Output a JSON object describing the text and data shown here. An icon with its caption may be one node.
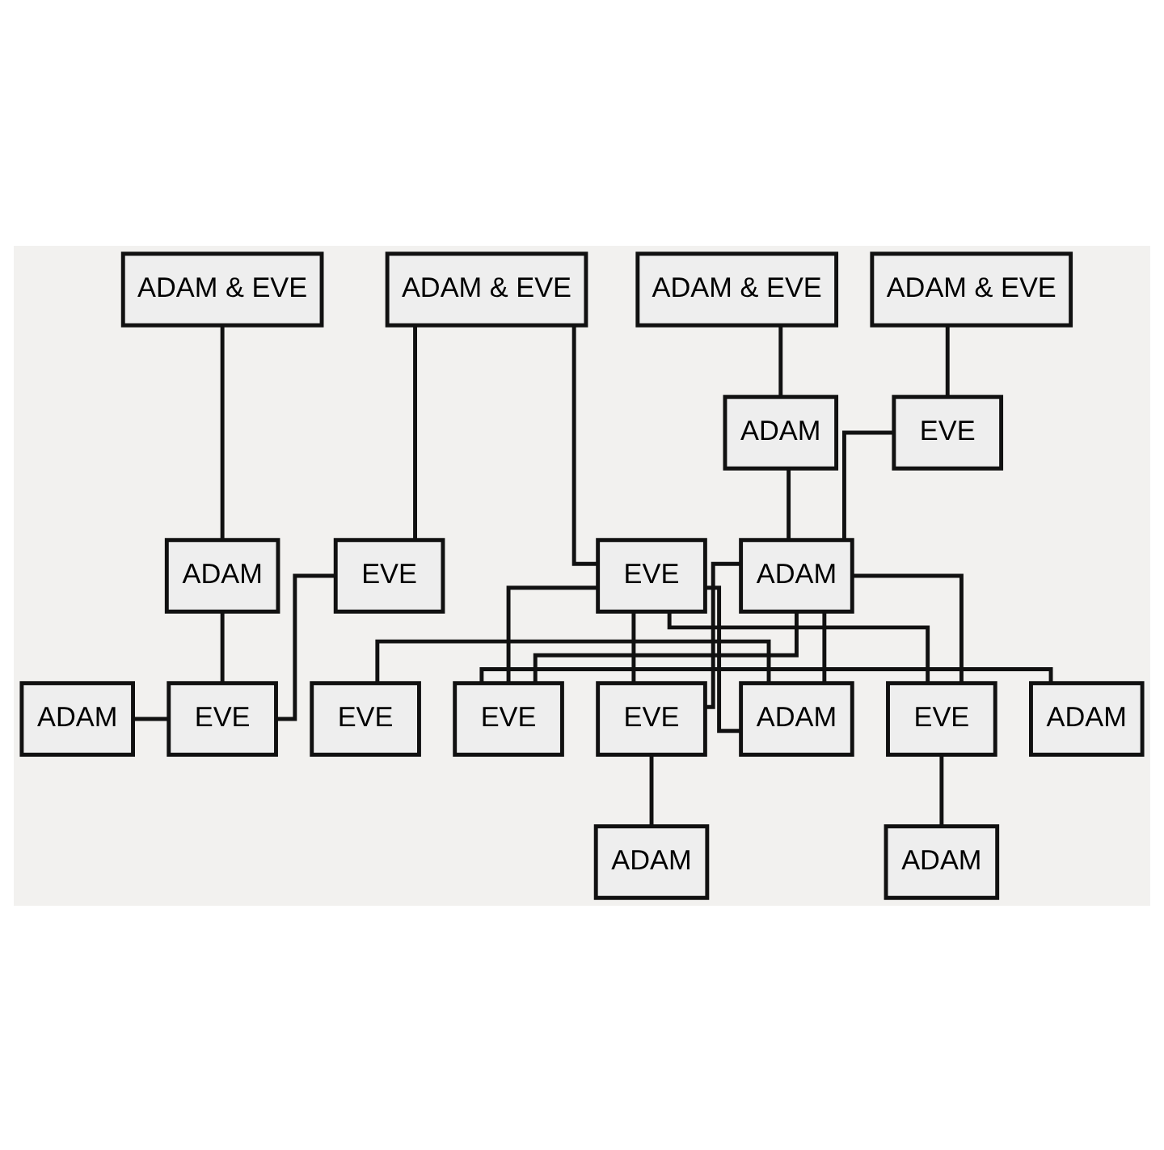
{
  "diagram": {
    "nodes": [
      {
        "text": [
          "ADAM & EVE"
        ]
      },
      {
        "text": [
          "ADAM & EVE"
        ]
      },
      {
        "text": [
          "ADAM & EVE"
        ]
      },
      {
        "text": [
          "ADAM & EVE"
        ]
      },
      {
        "text": [
          "EVE"
        ]
      },
      {
        "text": [
          "ADAM"
        ]
      },
      {
        "text": [
          "ADAM"
        ]
      },
      {
        "text": [
          "EVE"
        ]
      },
      {
        "text": [
          "EVE"
        ]
      },
      {
        "text": [
          "ADAM"
        ]
      },
      {
        "text": [
          "ADAM"
        ]
      },
      {
        "text": [
          "EVE"
        ]
      },
      {
        "text": [
          "EVE"
        ]
      },
      {
        "text": [
          "ADAM"
        ]
      },
      {
        "text": [
          "EVE"
        ]
      },
      {
        "text": [
          "EVE"
        ]
      },
      {
        "text": [
          "EVE"
        ]
      },
      {
        "text": [
          "ADAM"
        ]
      },
      {
        "text": [
          "ADAM"
        ]
      },
      {
        "text": [
          "ADAM"
        ]
      }
    ],
    "edges": [
      {
        "from": 0,
        "to": 6,
        "arrow": "none"
      },
      {
        "from": 1,
        "to": 7,
        "arrow": "none"
      },
      {
        "from": 1,
        "to": 8,
        "arrow": "none"
      },
      {
        "from": 3,
        "to": 4,
        "arrow": "none"
      },
      {
        "from": 2,
        "to": 5,
        "arrow": "none"
      },
      {
        "from": 4,
        "to": 9,
        "arrow": "none"
      },
      {
        "from": 5,
        "to": 9,
        "arrow": "none"
      },
      {
        "from": 6,
        "to": 11,
        "arrow": "none"
      },
      {
        "from": 7,
        "to": 11,
        "arrow": "none"
      },
      {
        "from": 10,
        "to": 11,
        "arrow": "none"
      },
      {
        "from": 8,
        "to": 13,
        "arrow": "none"
      },
      {
        "from": 8,
        "to": 14,
        "arrow": "none"
      },
      {
        "from": 8,
        "to": 15,
        "arrow": "none"
      },
      {
        "from": 8,
        "to": 16,
        "arrow": "none"
      },
      {
        "from": 9,
        "to": 13,
        "arrow": "none"
      },
      {
        "from": 9,
        "to": 14,
        "arrow": "none"
      },
      {
        "from": 9,
        "to": 15,
        "arrow": "none"
      },
      {
        "from": 9,
        "to": 16,
        "arrow": "none"
      },
      {
        "from": 12,
        "to": 13,
        "arrow": "none"
      },
      {
        "from": 16,
        "to": 17,
        "arrow": "none"
      },
      {
        "from": 14,
        "to": 18,
        "arrow": "none"
      },
      {
        "from": 15,
        "to": 19,
        "arrow": "none"
      }
    ]
  }
}
